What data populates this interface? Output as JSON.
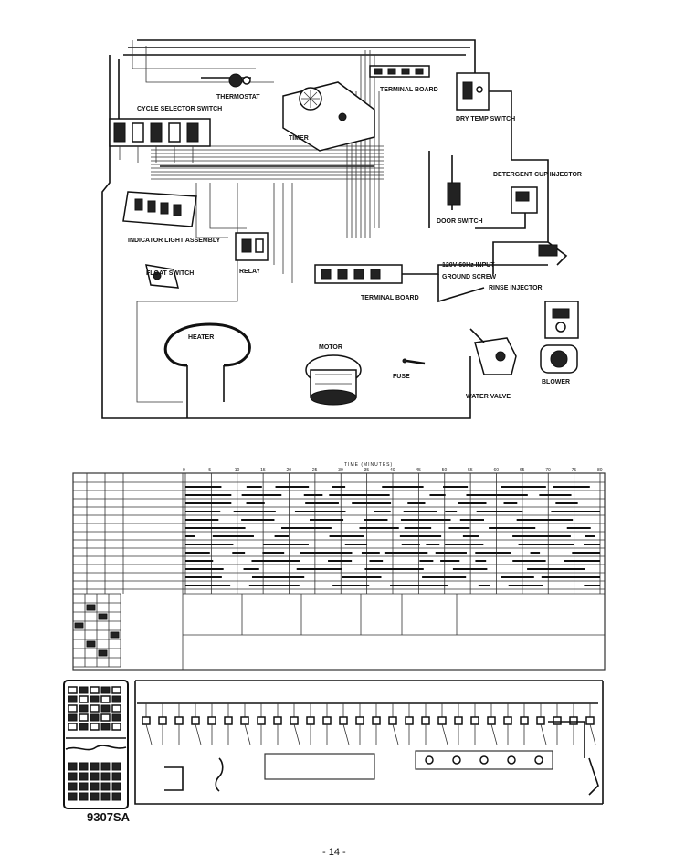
{
  "diagram": {
    "model": "9307SA",
    "page_number": "- 14 -",
    "components": {
      "thermostat": "THERMOSTAT",
      "cycle_selector": "CYCLE SELECTOR SWITCH",
      "timer": "TIMER",
      "terminal_board_top": "TERMINAL BOARD",
      "door_switch": "DOOR SWITCH",
      "detergent_cup_injector": "DETERGENT CUP INJECTOR",
      "indicator_light_assembly": "INDICATOR LIGHT ASSEMBLY",
      "float_switch": "FLOAT SWITCH",
      "relay": "RELAY",
      "input": "120V 60Hz INPUT",
      "ground_screw": "GROUND SCREW",
      "rinse_injector": "RINSE INJECTOR",
      "terminal_board_mid": "TERMINAL BOARD",
      "heater": "HEATER",
      "motor": "MOTOR",
      "fuse": "FUSE",
      "blower": "BLOWER",
      "water_valve": "WATER VALVE",
      "dry_temp_switch": "DRY TEMP SWITCH"
    },
    "timing_chart": {
      "time_header": "TIME (MINUTES)",
      "time_ticks": [
        "0",
        "5",
        "10",
        "15",
        "20",
        "25",
        "30",
        "35",
        "40",
        "45",
        "50",
        "55",
        "60",
        "65",
        "70",
        "75",
        "80"
      ]
    }
  }
}
